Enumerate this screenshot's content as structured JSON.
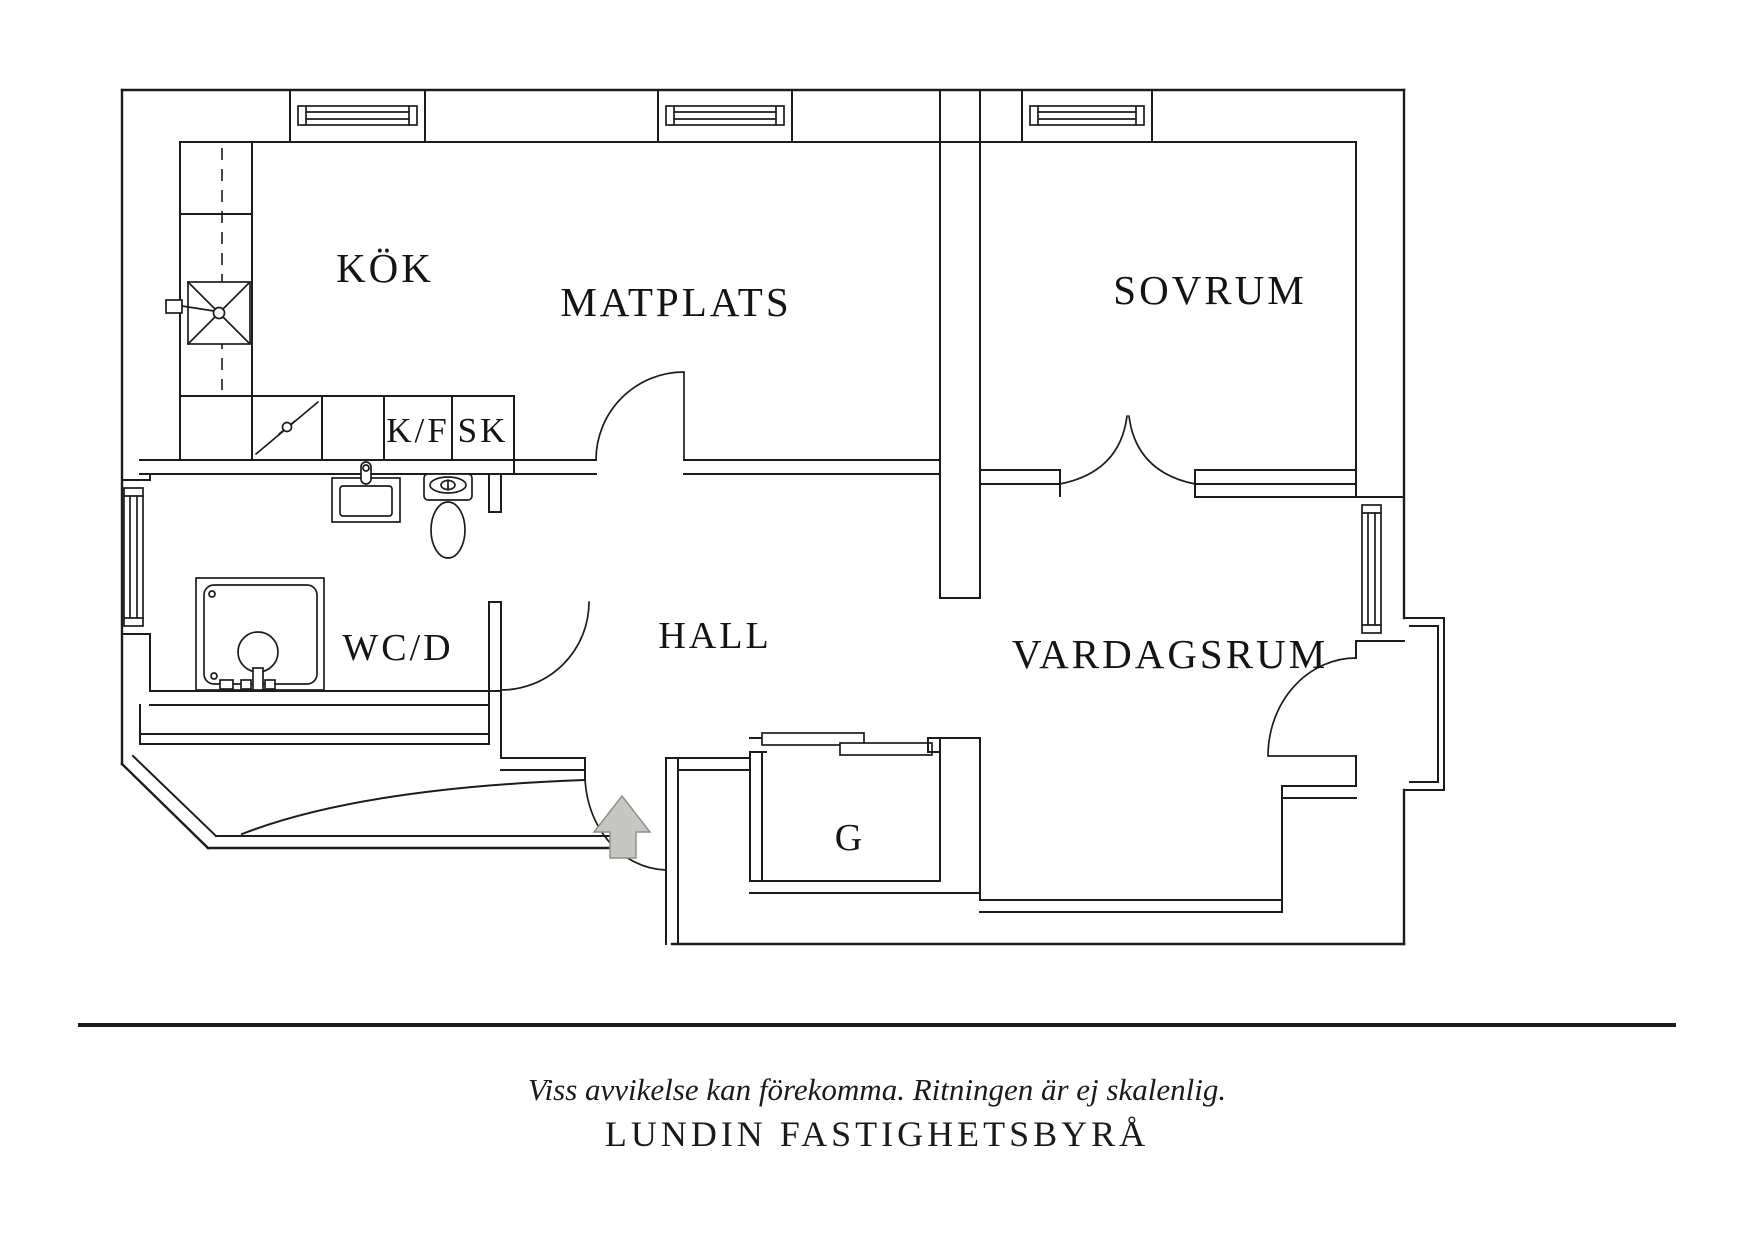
{
  "floorplan": {
    "rooms": [
      {
        "id": "kok",
        "label": "KÖK"
      },
      {
        "id": "matplats",
        "label": "MATPLATS"
      },
      {
        "id": "sovrum",
        "label": "SOVRUM"
      },
      {
        "id": "hall",
        "label": "HALL"
      },
      {
        "id": "wcd",
        "label": "WC/D"
      },
      {
        "id": "vardagsrum",
        "label": "VARDAGSRUM"
      },
      {
        "id": "garderob",
        "label": "G"
      }
    ],
    "cabinets": [
      {
        "id": "kf",
        "label": "K/F"
      },
      {
        "id": "sk",
        "label": "SK"
      }
    ],
    "colors": {
      "line": "#1c1c1c",
      "arrow_fill": "#c6c6c3",
      "arrow_stroke": "#8f8f8c",
      "background": "#ffffff"
    }
  },
  "footer": {
    "disclaimer": "Viss avvikelse kan förekomma. Ritningen är ej skalenlig.",
    "brand": "LUNDIN FASTIGHETSBYRÅ"
  }
}
